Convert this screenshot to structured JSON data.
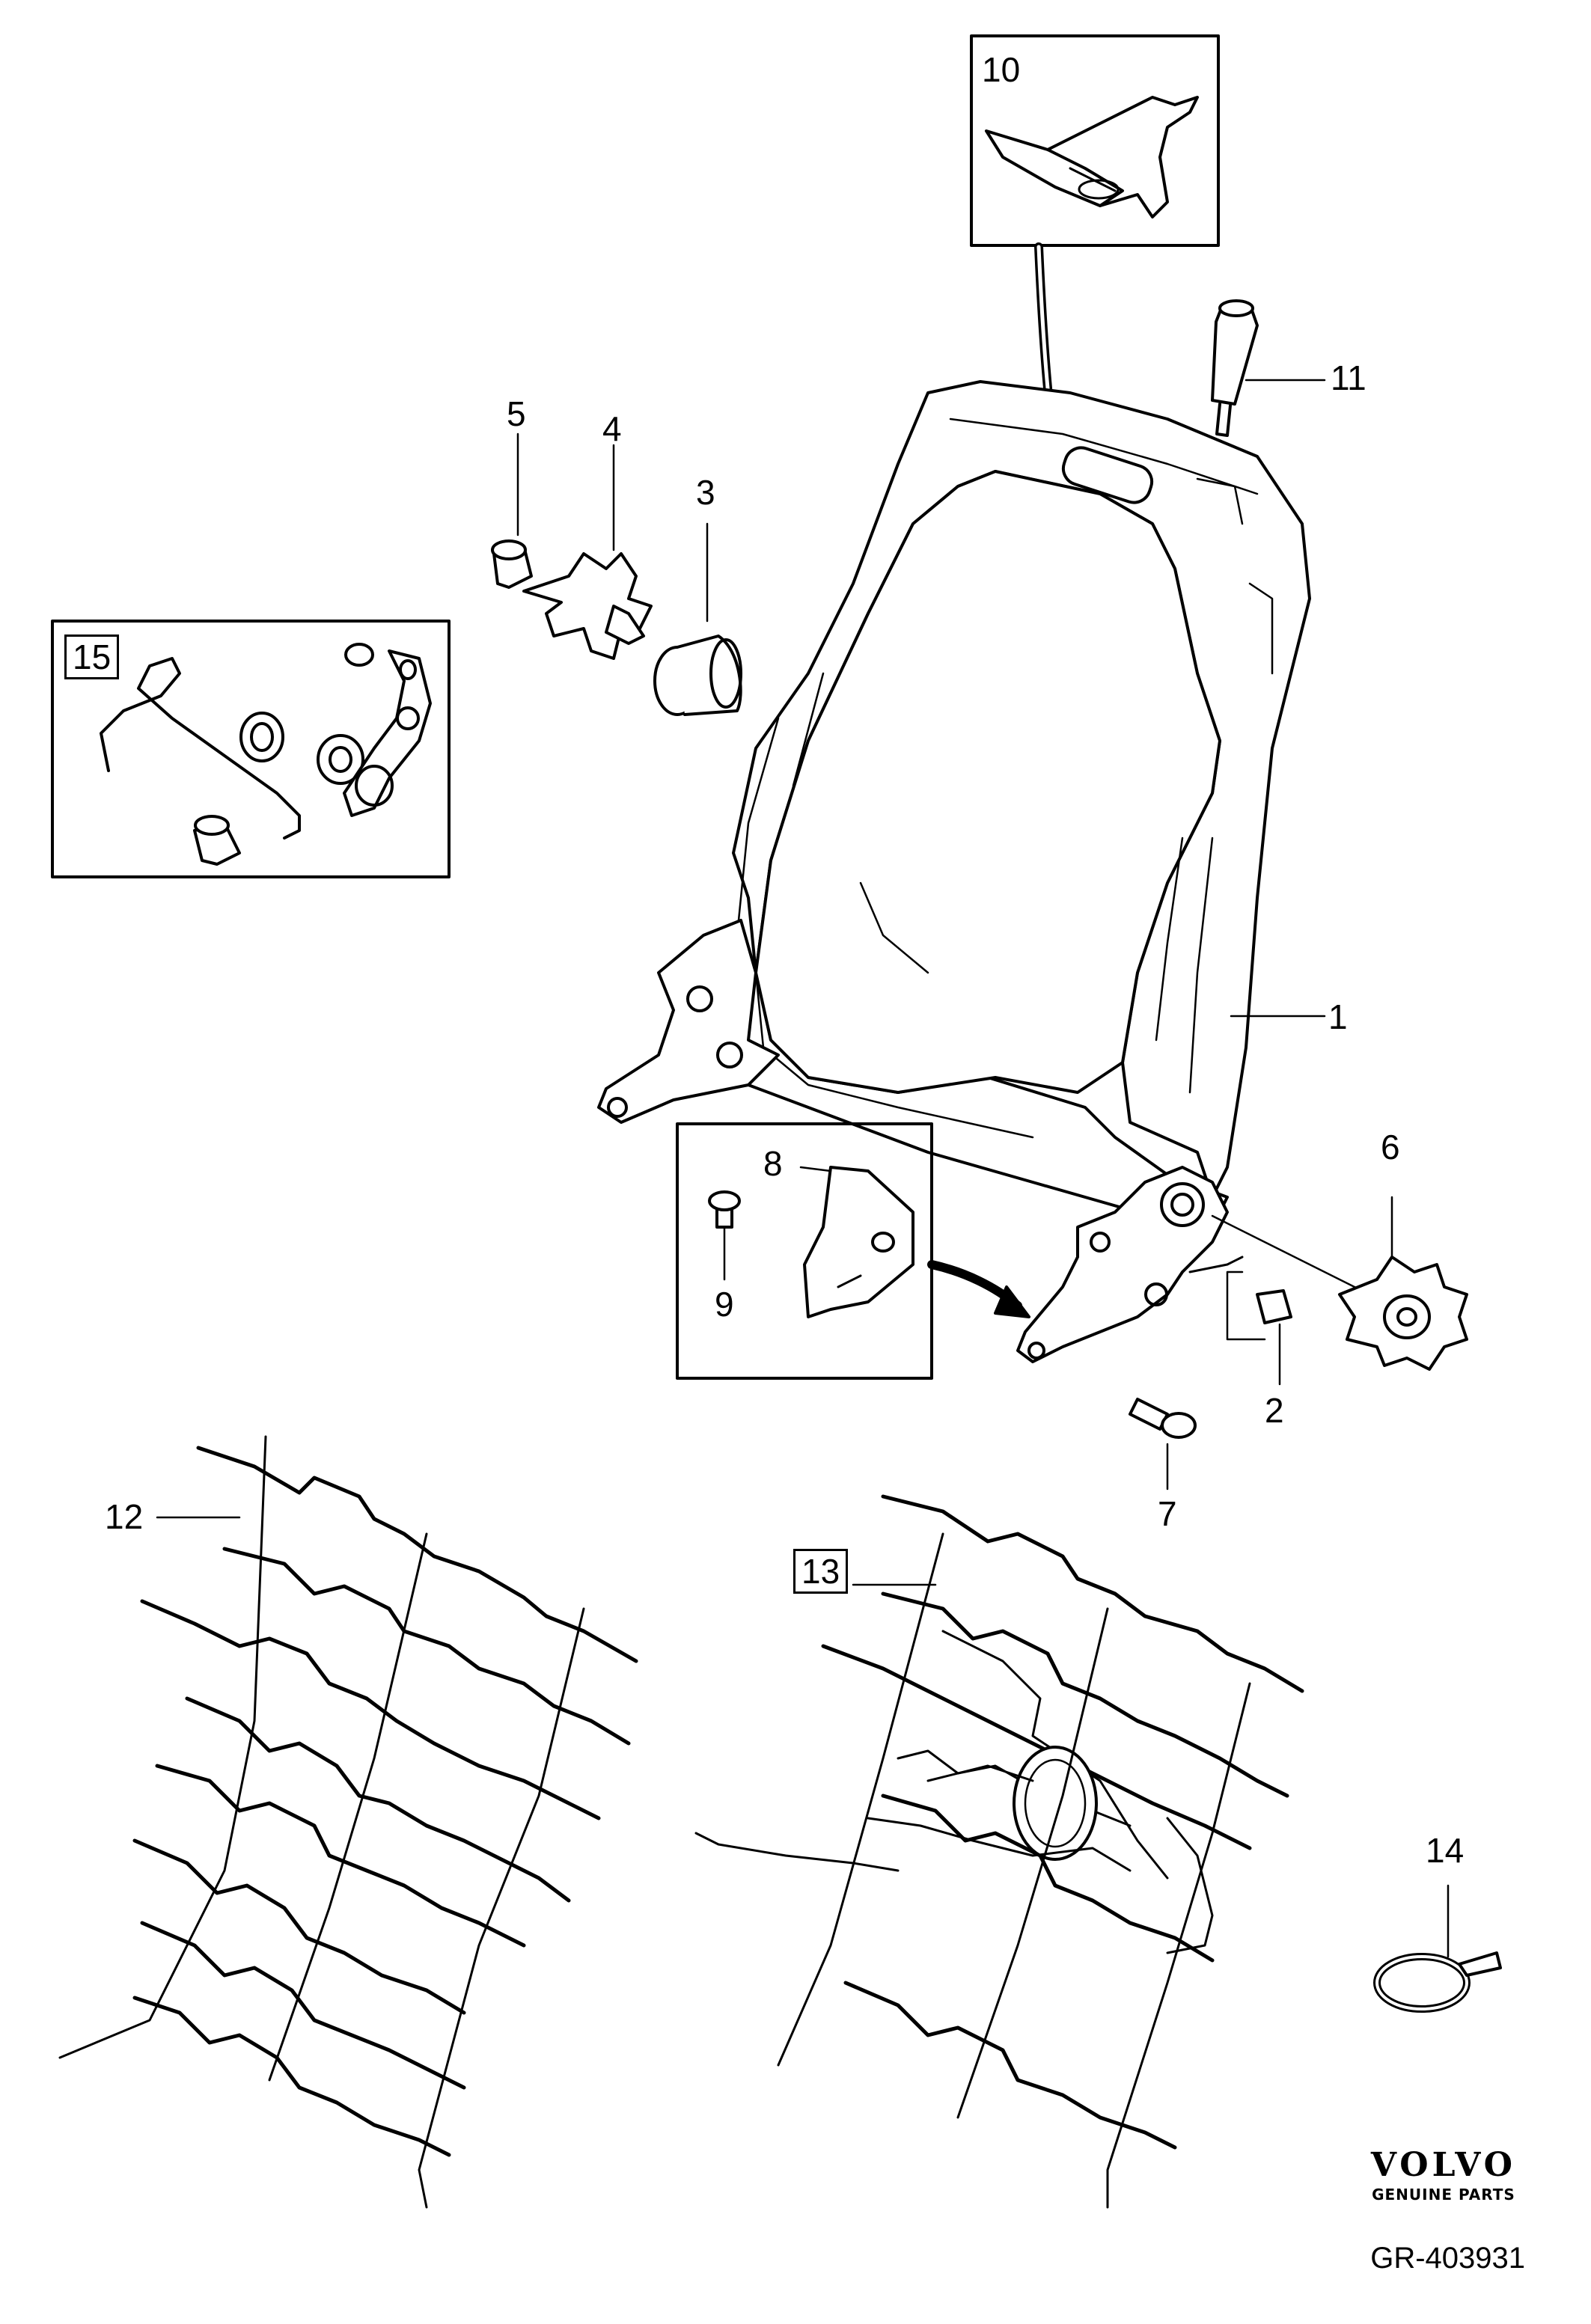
{
  "callouts": [
    {
      "id": "c1",
      "label": "1"
    },
    {
      "id": "c2",
      "label": "2"
    },
    {
      "id": "c3",
      "label": "3"
    },
    {
      "id": "c4",
      "label": "4"
    },
    {
      "id": "c5",
      "label": "5"
    },
    {
      "id": "c6",
      "label": "6"
    },
    {
      "id": "c7",
      "label": "7"
    },
    {
      "id": "c8",
      "label": "8"
    },
    {
      "id": "c9",
      "label": "9"
    },
    {
      "id": "c10",
      "label": "10"
    },
    {
      "id": "c11",
      "label": "11"
    },
    {
      "id": "c12",
      "label": "12"
    },
    {
      "id": "c13",
      "label": "13"
    },
    {
      "id": "c14",
      "label": "14"
    },
    {
      "id": "c15",
      "label": "15"
    }
  ],
  "brand": {
    "name": "VOLVO",
    "tagline": "GENUINE PARTS"
  },
  "reference": "GR-403931"
}
